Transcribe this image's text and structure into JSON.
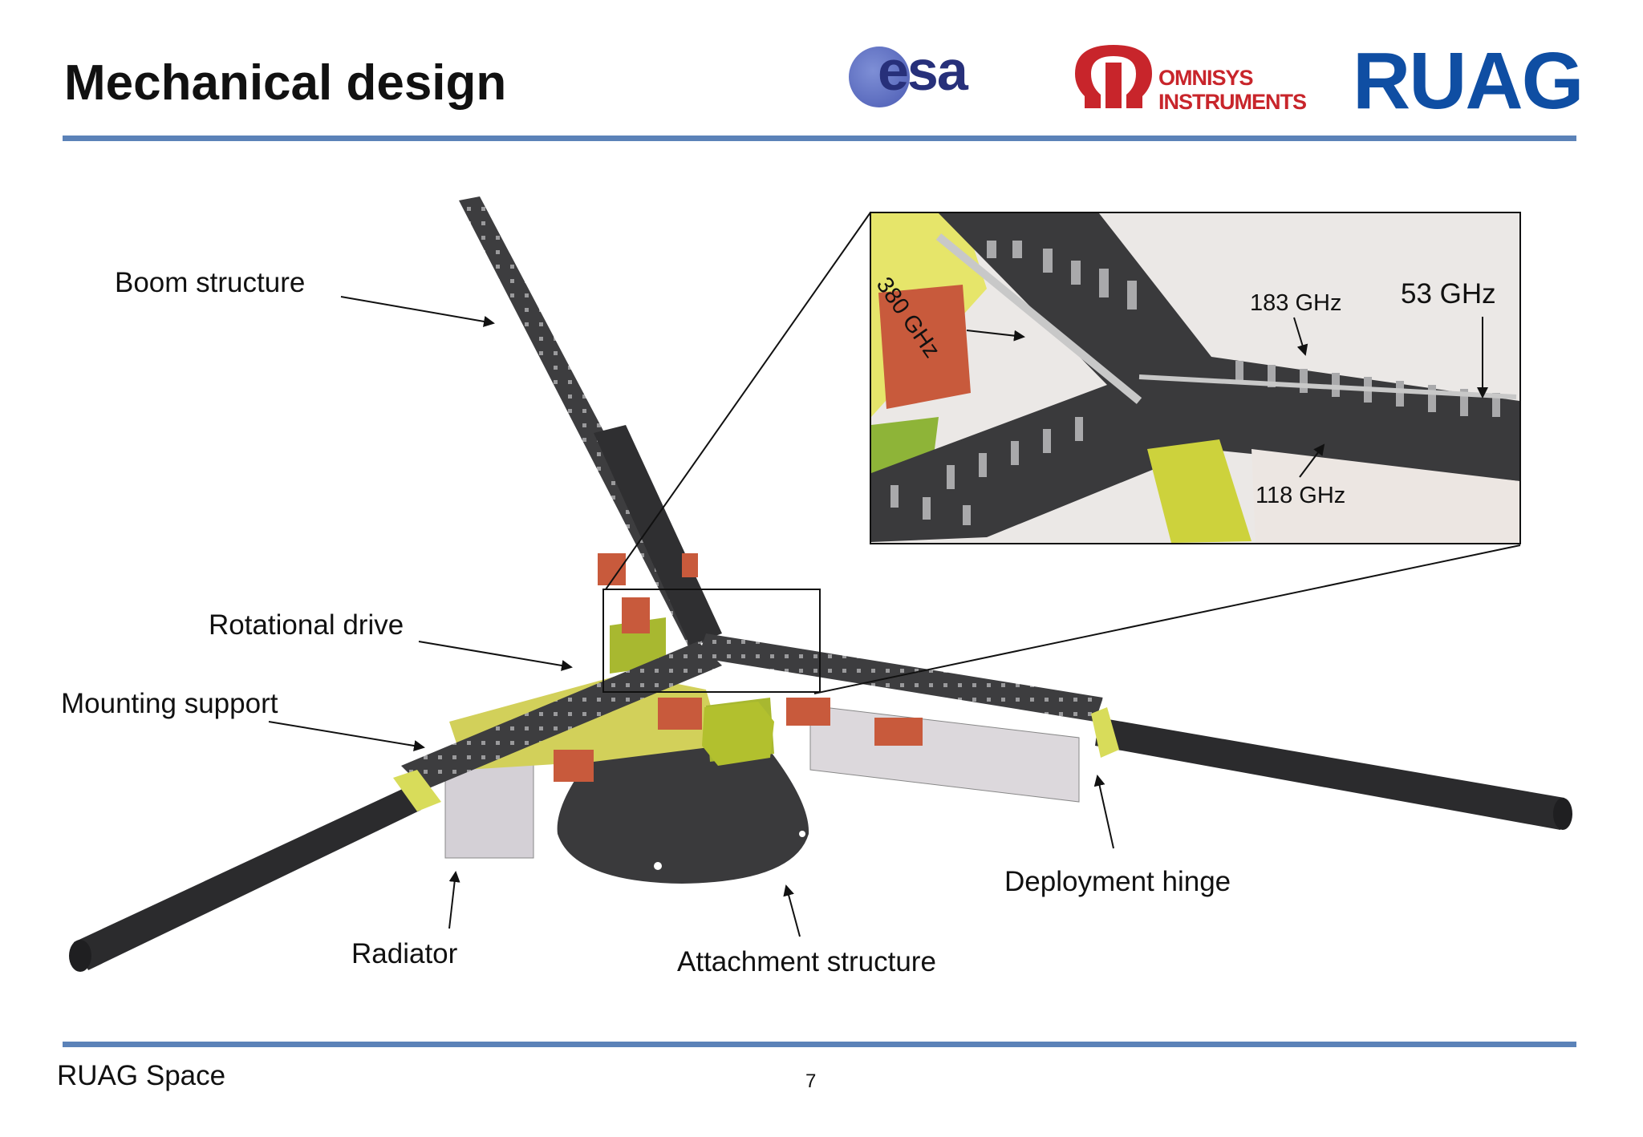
{
  "header": {
    "title": "Mechanical design"
  },
  "logos": {
    "esa_text": "esa",
    "omnisys_line1": "OMNISYS",
    "omnisys_line2": "INSTRUMENTS",
    "ruag_text": "RUAG"
  },
  "labels": {
    "boom_structure": "Boom structure",
    "rotational_drive": "Rotational drive",
    "mounting_support": "Mounting support",
    "radiator": "Radiator",
    "attachment_structure": "Attachment structure",
    "deployment_hinge": "Deployment hinge"
  },
  "inset": {
    "f380": "380 GHz",
    "f183": "183 GHz",
    "f53": "53 GHz",
    "f118": "118 GHz"
  },
  "footer": {
    "company": "RUAG Space",
    "page_number": "7"
  },
  "colors": {
    "rule": "#5b82b8",
    "boom": "#3d3d3f",
    "yellow_part": "#c8cc3a",
    "orange_part": "#c85a3c",
    "radiator": "#d8d4d8",
    "ruag_blue": "#0f4ea3",
    "omnisys_red": "#c8252b",
    "esa_blue": "#27307a"
  }
}
